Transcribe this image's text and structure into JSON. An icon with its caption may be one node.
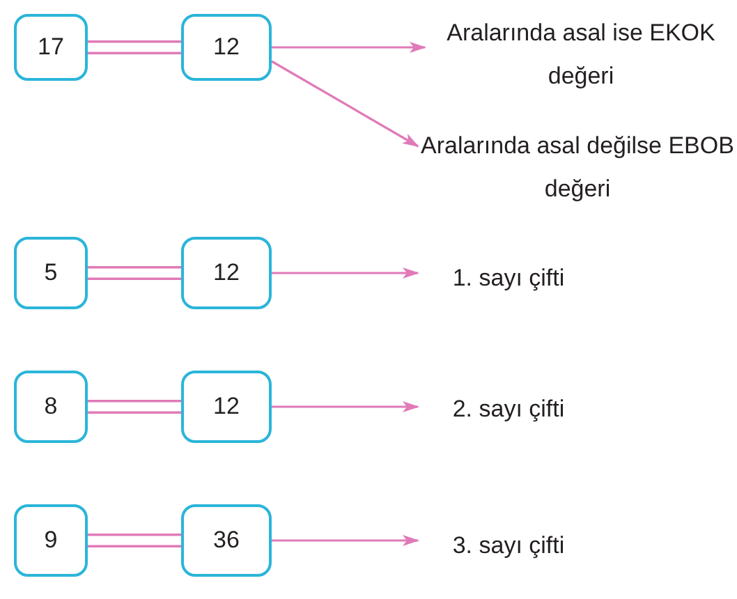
{
  "diagram": {
    "nodes": [
      {
        "text": [
          "17"
        ]
      },
      {
        "text": [
          "12"
        ]
      },
      {
        "text": [
          "Aralarında asal ise EKOK değeri"
        ]
      },
      {
        "text": [
          "Aralarında asal değilse EBOB değeri"
        ]
      },
      {
        "text": [
          "5"
        ]
      },
      {
        "text": [
          "12"
        ]
      },
      {
        "text": [
          "1. sayı çifti"
        ]
      },
      {
        "text": [
          "8"
        ]
      },
      {
        "text": [
          "12"
        ]
      },
      {
        "text": [
          "2. sayı çifti"
        ]
      },
      {
        "text": [
          "9"
        ]
      },
      {
        "text": [
          "36"
        ]
      },
      {
        "text": [
          "3. sayı çifti"
        ]
      }
    ],
    "edges": [
      {
        "from": 0,
        "to": 1,
        "arrow": "none",
        "style": "thick"
      },
      {
        "from": 1,
        "to": 2,
        "arrow": "to"
      },
      {
        "from": 1,
        "to": 3,
        "arrow": "to"
      },
      {
        "from": 4,
        "to": 5,
        "arrow": "none",
        "style": "thick"
      },
      {
        "from": 5,
        "to": 6,
        "arrow": "to"
      },
      {
        "from": 7,
        "to": 8,
        "arrow": "none",
        "style": "thick"
      },
      {
        "from": 8,
        "to": 9,
        "arrow": "to"
      },
      {
        "from": 10,
        "to": 11,
        "arrow": "none",
        "style": "thick"
      },
      {
        "from": 11,
        "to": 12,
        "arrow": "to"
      }
    ]
  }
}
